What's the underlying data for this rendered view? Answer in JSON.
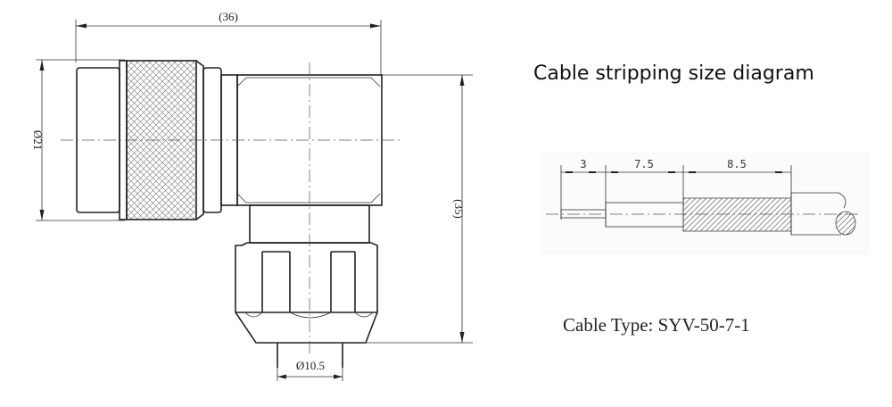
{
  "connector_drawing": {
    "overall_length_label": "(36)",
    "diameter_label": "Ø21",
    "height_label": "(35)",
    "pin_diameter_label": "Ø10.5"
  },
  "stripping_diagram": {
    "title": "Cable stripping size diagram",
    "dimensions": [
      "3",
      "7.5",
      "8.5"
    ],
    "cable_type": "Cable Type: SYV-50-7-1"
  }
}
